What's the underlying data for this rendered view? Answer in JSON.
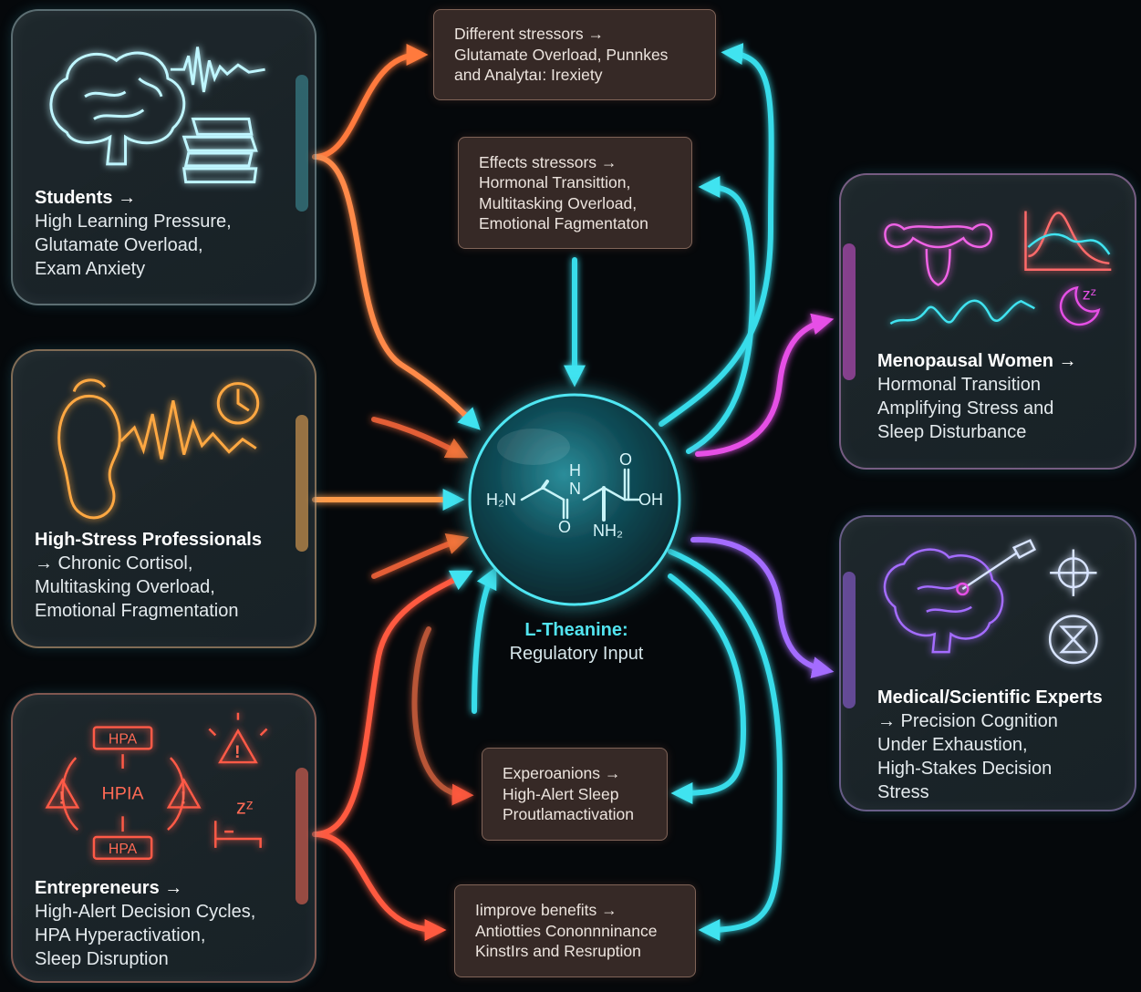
{
  "groups": {
    "students": {
      "title": "Students →",
      "lines": [
        "High Learning Pressure,",
        "Glutamate Overload,",
        "Exam Anxiety"
      ]
    },
    "professionals": {
      "title": "High-Stress Professionals",
      "lines": [
        "→ Chronic Cortisol,",
        "Multitasking Overload,",
        "Emotional Fragmentation"
      ]
    },
    "entrepreneurs": {
      "title": "Entrepreneurs →",
      "lines": [
        "High-Alert Decision Cycles,",
        "HPA Hyperactivation,",
        "Sleep Disruption"
      ],
      "hpa_labels": [
        "HPA",
        "HPIA",
        "HPA"
      ]
    },
    "menopausal": {
      "title": "Menopausal Women →",
      "lines": [
        "Hormonal Transition",
        "Amplifying Stress and",
        "Sleep Disturbance"
      ]
    },
    "experts": {
      "title": "Medical/Scientific Experts",
      "lines": [
        "→ Precision Cognition",
        "Under Exhaustion,",
        "High-Stakes Decision",
        "Stress"
      ]
    }
  },
  "boxes": {
    "b1": {
      "text": "Different  stressors →\nGlutamate Overload, Punnkes\nand Analytaı: Irexiety"
    },
    "b2": {
      "text": "Effects stressors →\nHormonal Transittion,\nMultitasking Overload,\nEmotional Fagmentaton"
    },
    "b3": {
      "text": "Experoanions →\nHigh-Alert Sleep\nProutlamactivation"
    },
    "b4": {
      "text": "Iimprove benefits →\nAntiotties Cononnninance\nKinstIrs and Resruption"
    }
  },
  "center": {
    "title": "L-Theanine:",
    "subtitle": "Regulatory Input",
    "molecule_labels": {
      "h2n": "H₂N",
      "h": "H",
      "n": "N",
      "o1": "O",
      "o2": "O",
      "oh": "OH",
      "nh2": "NH₂"
    }
  },
  "icons": {
    "wave_symbol": "zᶻᶻ",
    "sleep_z": "zᶻ"
  },
  "colors": {
    "cyan": "#35d8e8",
    "orange": "#ff7a3c",
    "red": "#ff4a3a",
    "magenta": "#e84ee0",
    "violet": "#a86cff"
  }
}
